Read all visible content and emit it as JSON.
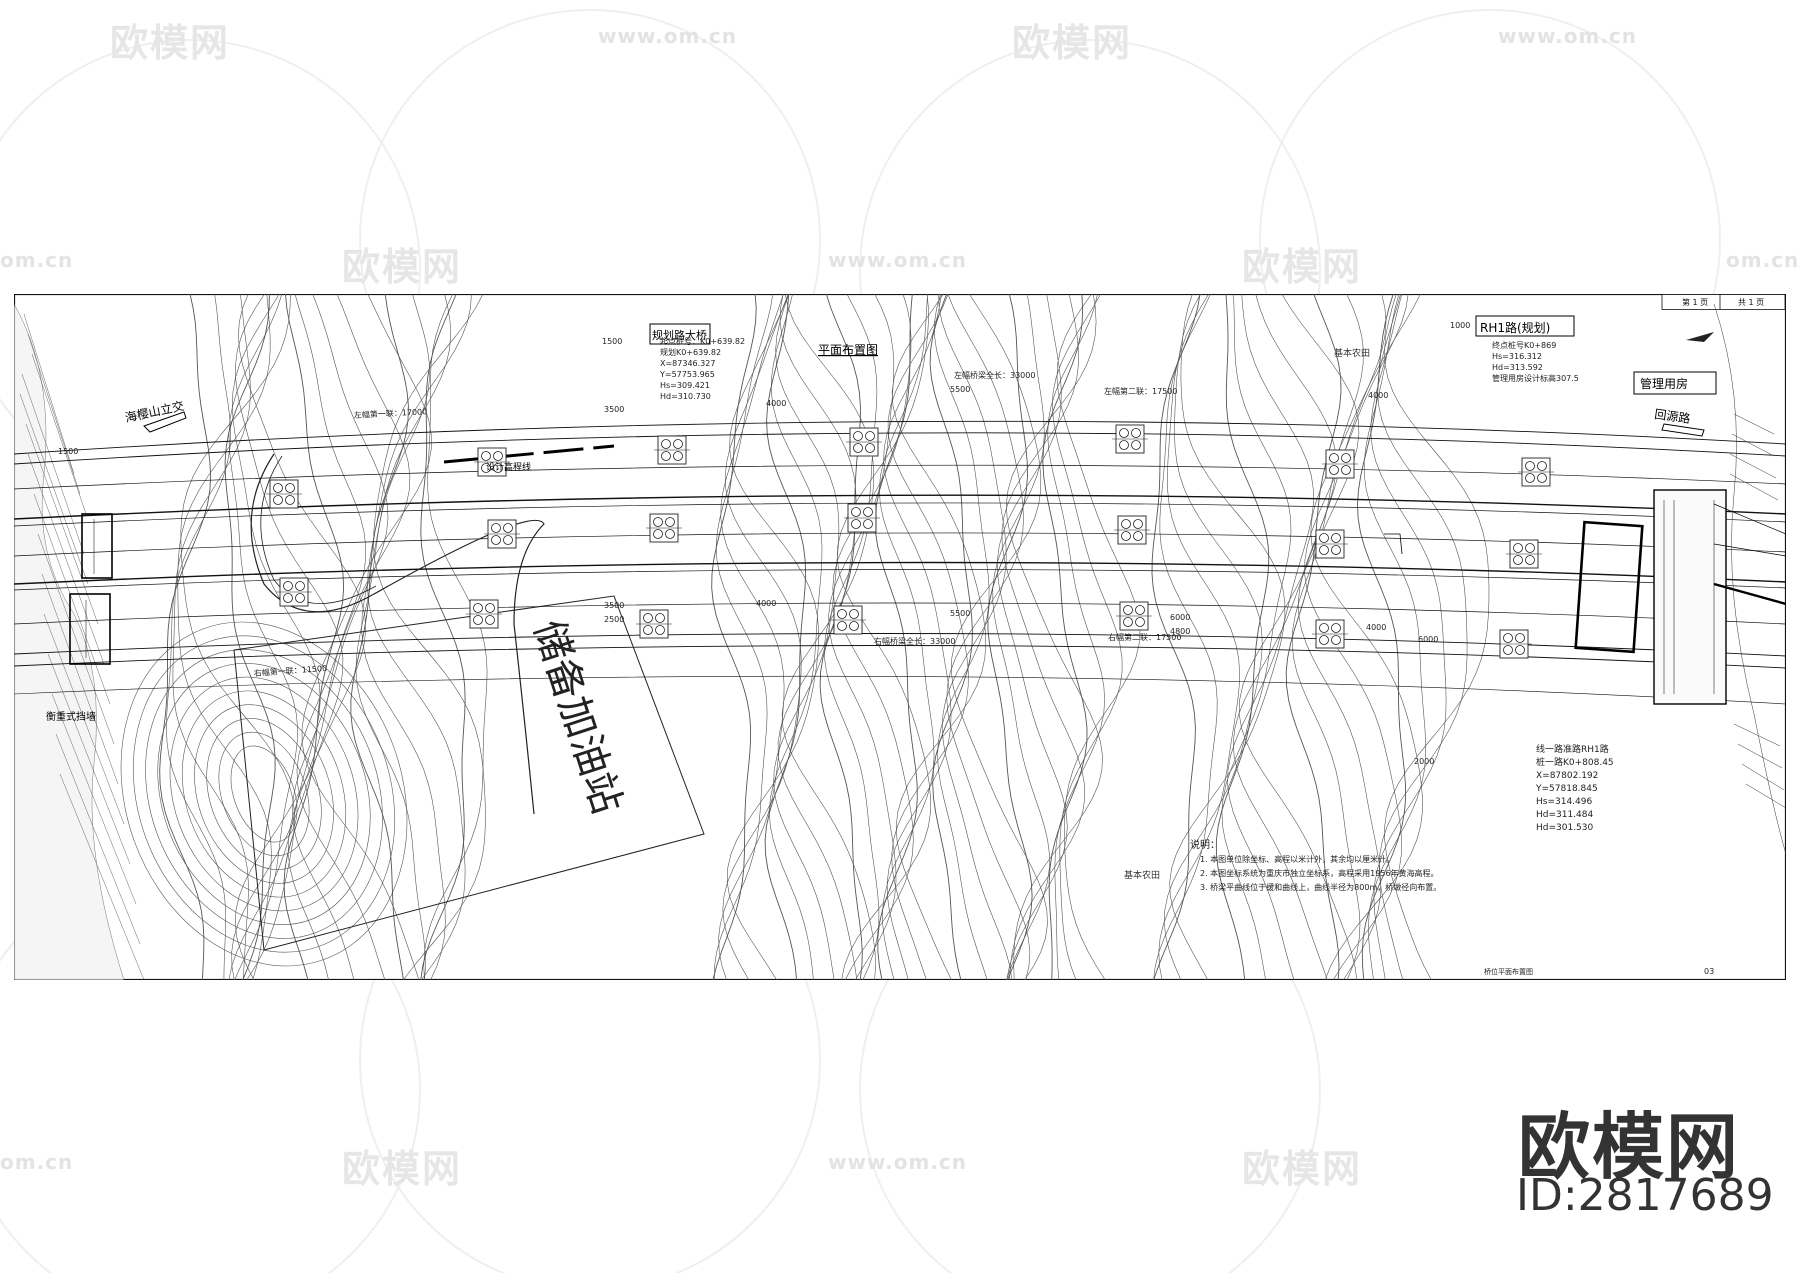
{
  "watermark": {
    "logo_text": "欧模网",
    "url_text": "www.om.cn",
    "url_short": "om.cn"
  },
  "title_block": {
    "page_label": "第 1 页",
    "total_label": "共 1 页",
    "sheet_title": "桥位平面布置图",
    "sheet_number": "03"
  },
  "labels": {
    "plan_title": "平面布置图",
    "bridge_name": "规划路大桥",
    "road_rh1": "RH1路(规划)",
    "mgmt_room": "管理用房",
    "haiying_interchange": "海樱山立交",
    "return_road": "回源路",
    "gas_station": "储备加油站",
    "retaining_wall": "衡重式挡墙",
    "design_line": "设计高程线",
    "basic_farmland": "基本农田",
    "design_span_top": "左幅第一联：17000",
    "design_span_top2": "左幅第二联：17500",
    "design_span_bot": "右幅第一联：11500",
    "design_span_bot2": "右幅第二联：17500",
    "span_mid": "右幅桥梁全长：33000",
    "span_left_top": "左幅桥梁全长：33000"
  },
  "notes": {
    "title": "说明：",
    "lines": [
      "1. 本图单位除坐标、高程以米计外，其余均以厘米计。",
      "2. 本图坐标系统为重庆市独立坐标系，高程采用1956年黄海高程。",
      "3. 桥梁平曲线位于缓和曲线上，曲线半径为800m，桥墩径向布置。"
    ]
  },
  "coords_left": {
    "lines": [
      "起点桩号：K0+639.82",
      "规划K0+639.82",
      "X=87346.327",
      "Y=57753.965",
      "Hs=309.421",
      "Hd=310.730"
    ]
  },
  "coords_right_top": {
    "lines": [
      "终点桩号K0+869",
      "Hs=316.312",
      "Hd=313.592",
      "管理用房设计标高307.5"
    ]
  },
  "coords_right_bottom": {
    "lines": [
      "线一路准路RH1路",
      "桩一路K0+808.45",
      "X=87802.192",
      "Y=57818.845",
      "Hs=314.496",
      "Hd=311.484",
      "Hd=301.530"
    ]
  },
  "dims": [
    "1500",
    "3500",
    "4000",
    "4000",
    "5500",
    "5500",
    "4000",
    "4000",
    "2500",
    "3500",
    "6000",
    "6000",
    "4800",
    "2000",
    "1000",
    "1500"
  ],
  "brand": {
    "name": "欧模网",
    "id": "ID:2817689"
  }
}
